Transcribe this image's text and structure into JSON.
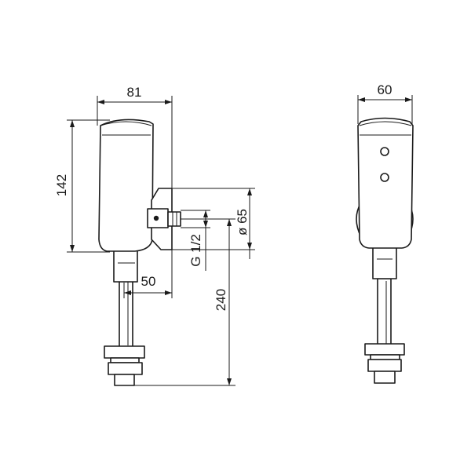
{
  "dimensions": {
    "side_width": "81",
    "height": "142",
    "depth": "50",
    "total_length": "240",
    "thread": "G 1/2",
    "diameter": "ø 65",
    "front_width": "60"
  },
  "colors": {
    "line": "#1a1a1a",
    "background": "#ffffff"
  }
}
